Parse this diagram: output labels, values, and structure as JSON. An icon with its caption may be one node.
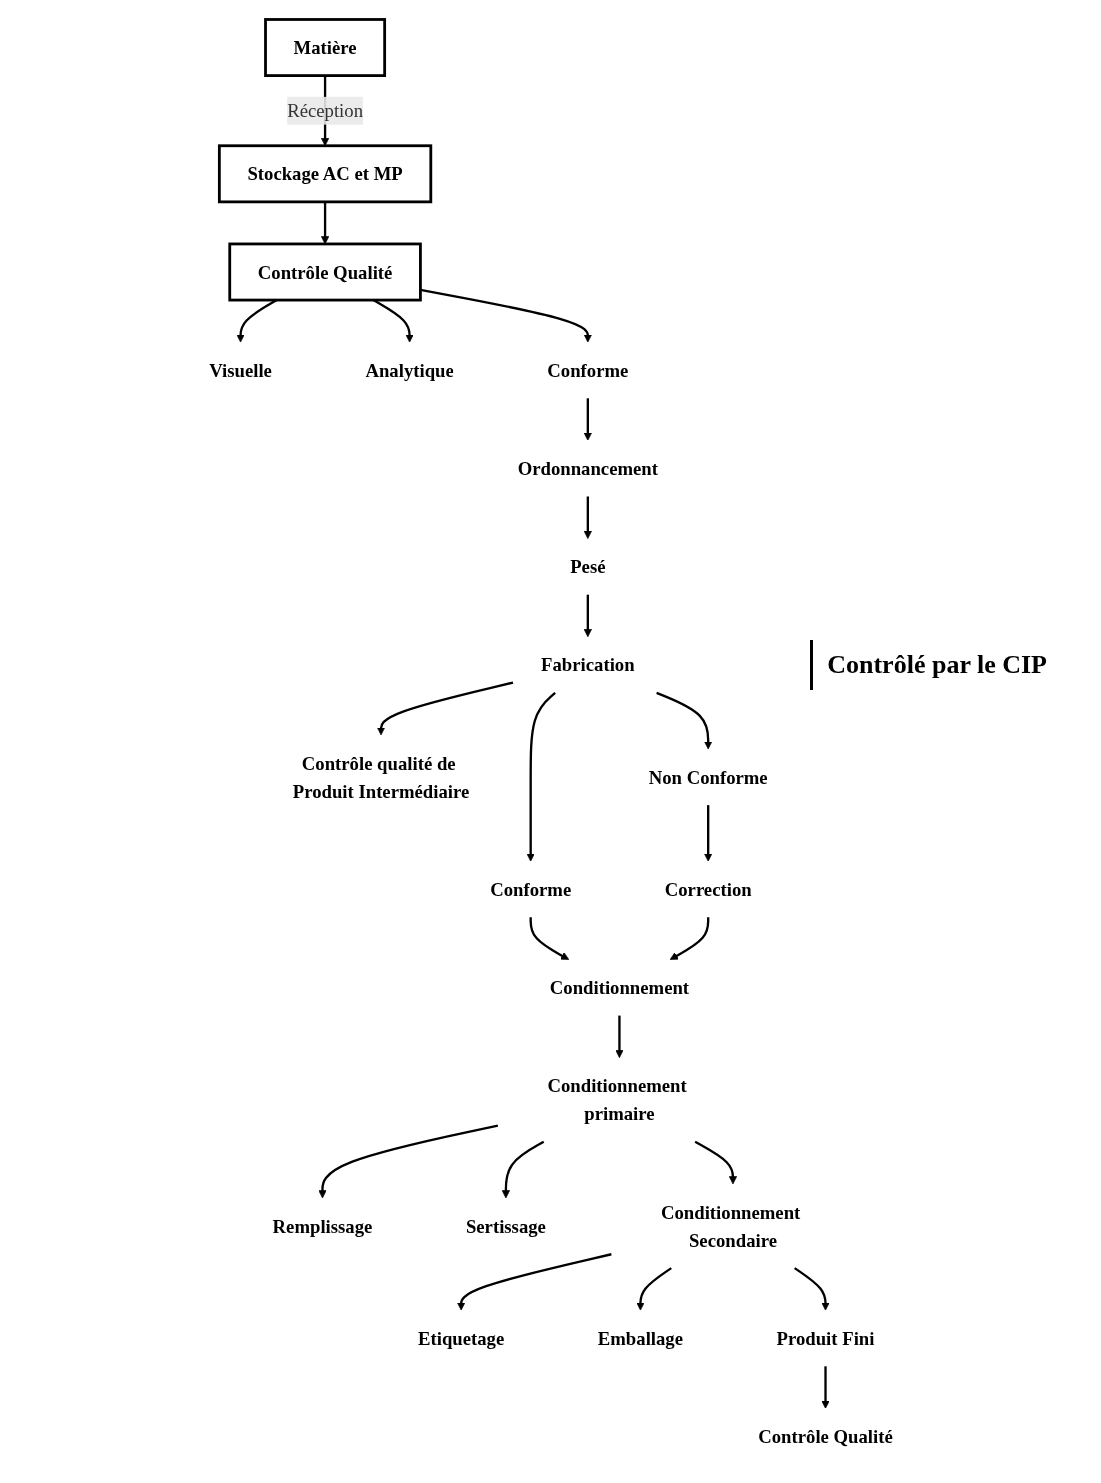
{
  "diagram": {
    "nodes": [
      {
        "text": [
          "Stockage AC et MP"
        ]
      },
      {
        "text": [
          "Matière"
        ]
      },
      {
        "text": [
          "Contrôle Qualité"
        ]
      },
      {
        "text": [
          "Visuelle"
        ]
      },
      {
        "text": [
          "Analytique"
        ]
      },
      {
        "text": [
          "Conforme"
        ]
      },
      {
        "text": [
          "Ordonnancement"
        ]
      },
      {
        "text": [
          "Pesé"
        ]
      },
      {
        "text": [
          "Fabrication"
        ]
      },
      {
        "text": [
          "Contrôle qualité de Produit Intermédiaire"
        ]
      },
      {
        "text": [
          "Conforme"
        ]
      },
      {
        "text": [
          "Non Conforme"
        ]
      },
      {
        "text": [
          "Correction"
        ]
      },
      {
        "text": [
          "Conditionnement"
        ]
      },
      {
        "text": [
          "Conditionnement primaire"
        ]
      },
      {
        "text": [
          "Remplissage"
        ]
      },
      {
        "text": [
          "Sertissage"
        ]
      },
      {
        "text": [
          "Conditionnement Secondaire"
        ]
      },
      {
        "text": [
          "Etiquetage"
        ]
      },
      {
        "text": [
          "Emballage"
        ]
      },
      {
        "text": [
          "Produit Fini"
        ]
      },
      {
        "text": [
          "Contrôle Qualité"
        ]
      }
    ],
    "edges": [
      {
        "from": 1,
        "to": 0,
        "arrow": "to",
        "label": "Réception"
      },
      {
        "from": 0,
        "to": 2,
        "arrow": "to"
      },
      {
        "from": 2,
        "to": 3,
        "arrow": "to"
      },
      {
        "from": 2,
        "to": 4,
        "arrow": "to"
      },
      {
        "from": 2,
        "to": 5,
        "arrow": "to"
      },
      {
        "from": 5,
        "to": 6,
        "arrow": "to"
      },
      {
        "from": 6,
        "to": 7,
        "arrow": "to"
      },
      {
        "from": 7,
        "to": 8,
        "arrow": "to"
      },
      {
        "from": 8,
        "to": 9,
        "arrow": "to"
      },
      {
        "from": 8,
        "to": 10,
        "arrow": "to"
      },
      {
        "from": 8,
        "to": 11,
        "arrow": "to"
      },
      {
        "from": 11,
        "to": 12,
        "arrow": "to"
      },
      {
        "from": 10,
        "to": 13,
        "arrow": "to"
      },
      {
        "from": 12,
        "to": 13,
        "arrow": "to"
      },
      {
        "from": 13,
        "to": 14,
        "arrow": "to"
      },
      {
        "from": 14,
        "to": 15,
        "arrow": "to"
      },
      {
        "from": 14,
        "to": 16,
        "arrow": "to"
      },
      {
        "from": 14,
        "to": 17,
        "arrow": "to"
      },
      {
        "from": 17,
        "to": 18,
        "arrow": "to"
      },
      {
        "from": 17,
        "to": 19,
        "arrow": "to"
      },
      {
        "from": 17,
        "to": 20,
        "arrow": "to"
      },
      {
        "from": 20,
        "to": 21,
        "arrow": "to"
      }
    ],
    "labels": [
      "Contrôlé par le CIP"
    ]
  }
}
